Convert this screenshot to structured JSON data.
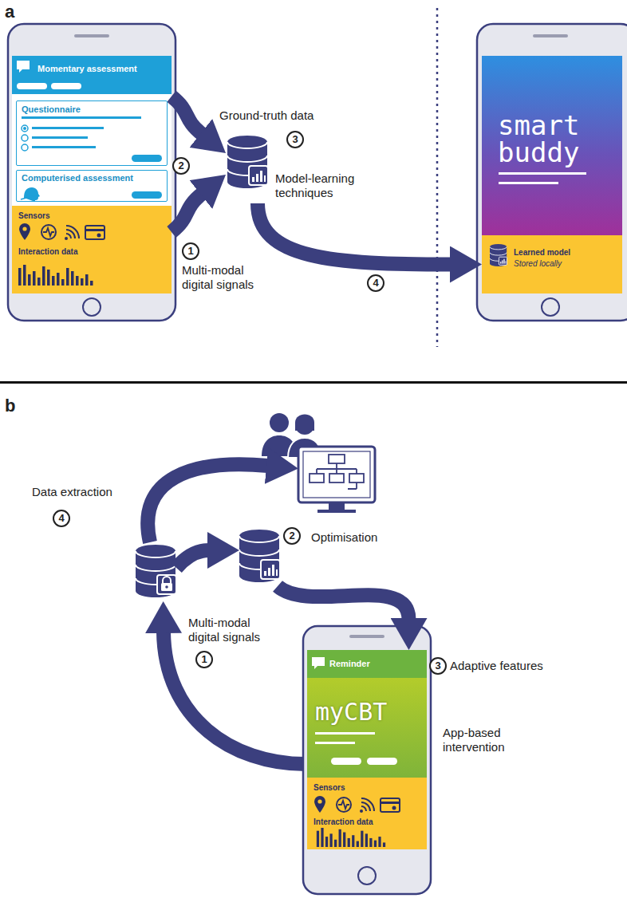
{
  "diagram": {
    "nodes": [
      {
        "text": [
          "Momentary assessment"
        ]
      },
      {
        "text": [
          "Questionnaire"
        ],
        "in": 0
      },
      {
        "text": [
          "Computerised assessment"
        ],
        "in": 0
      },
      {
        "text": [
          "Sensors",
          "Interaction data"
        ]
      },
      {
        "text": [
          "Model-learning techniques"
        ]
      },
      {
        "text": [
          "smart buddy"
        ]
      },
      {
        "text": [
          "Learned model",
          "Stored locally"
        ]
      },
      {
        "text": [
          "App-based intervention"
        ]
      },
      {
        "text": [
          "Reminder"
        ],
        "in": 7
      },
      {
        "text": [
          "myCBT"
        ],
        "in": 7
      },
      {
        "text": [
          "Sensors",
          "Interaction data"
        ],
        "in": 7
      },
      {
        "text": [
          "Optimisation"
        ]
      }
    ],
    "edges": [
      {
        "from": 0,
        "to": 4,
        "arrow": "to"
      },
      {
        "from": 3,
        "to": 4,
        "arrow": "to"
      },
      {
        "from": 4,
        "to": 6,
        "arrow": "to"
      },
      {
        "from": 11,
        "to": 8,
        "arrow": "to"
      }
    ],
    "labels": [
      "a",
      "Ground-truth data",
      "2",
      "3",
      "1",
      "Multi-modal digital signals",
      "4",
      "b",
      "Data extraction",
      "4",
      "2",
      "3",
      "Adaptive features",
      "1",
      "Multi-modal digital signals"
    ]
  }
}
